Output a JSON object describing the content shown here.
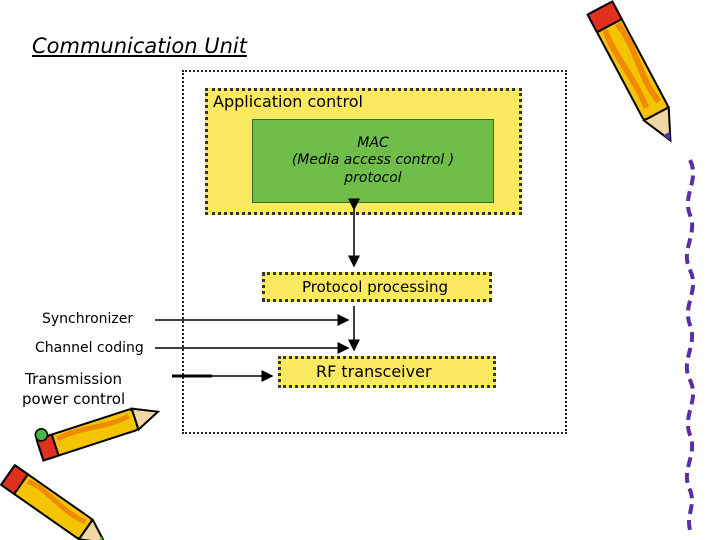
{
  "title": "Communication Unit",
  "blocks": {
    "application_control": "Application control",
    "mac_line1": "MAC",
    "mac_line2": "(Media access control )",
    "mac_line3": "protocol",
    "protocol_processing": "Protocol processing",
    "rf_transceiver": "RF transceiver"
  },
  "side_labels": {
    "synchronizer": "Synchronizer",
    "channel_coding": "Channel coding",
    "transmission_line1": "Transmission",
    "transmission_line2": "power control"
  },
  "colors": {
    "yellow_block": "#fbe95f",
    "green_block": "#6fbe4a",
    "pencil_yellow": "#f5c400",
    "pencil_orange": "#f08a00",
    "pencil_red": "#e0301e",
    "squiggle_purple": "#5a2ea6"
  },
  "icons": [
    "pencil-icon",
    "pencil-icon",
    "pencil-icon",
    "squiggle-decoration"
  ]
}
